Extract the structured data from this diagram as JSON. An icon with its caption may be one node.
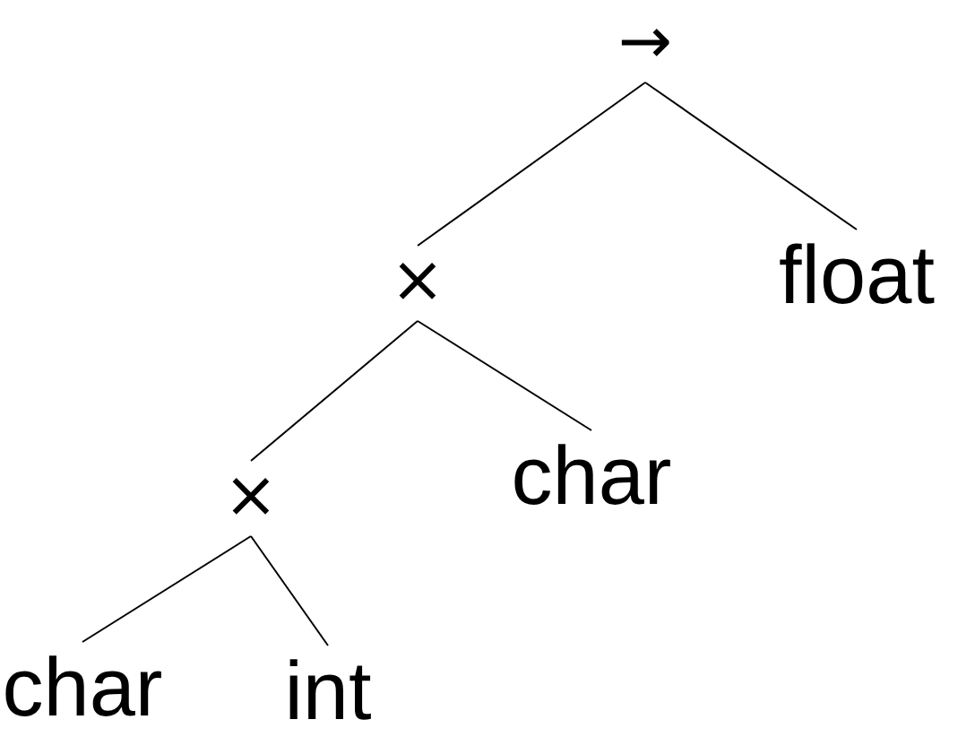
{
  "diagram": {
    "nodes": [
      {
        "text": [
          "→"
        ]
      },
      {
        "text": [
          "×"
        ]
      },
      {
        "text": [
          "float"
        ]
      },
      {
        "text": [
          "×"
        ]
      },
      {
        "text": [
          "char"
        ]
      },
      {
        "text": [
          "char"
        ]
      },
      {
        "text": [
          "int"
        ]
      }
    ],
    "edges": [
      {
        "from": 0,
        "to": 1,
        "arrow": "none"
      },
      {
        "from": 0,
        "to": 2,
        "arrow": "none"
      },
      {
        "from": 1,
        "to": 3,
        "arrow": "none"
      },
      {
        "from": 1,
        "to": 4,
        "arrow": "none"
      },
      {
        "from": 3,
        "to": 5,
        "arrow": "none"
      },
      {
        "from": 3,
        "to": 6,
        "arrow": "none"
      }
    ]
  }
}
